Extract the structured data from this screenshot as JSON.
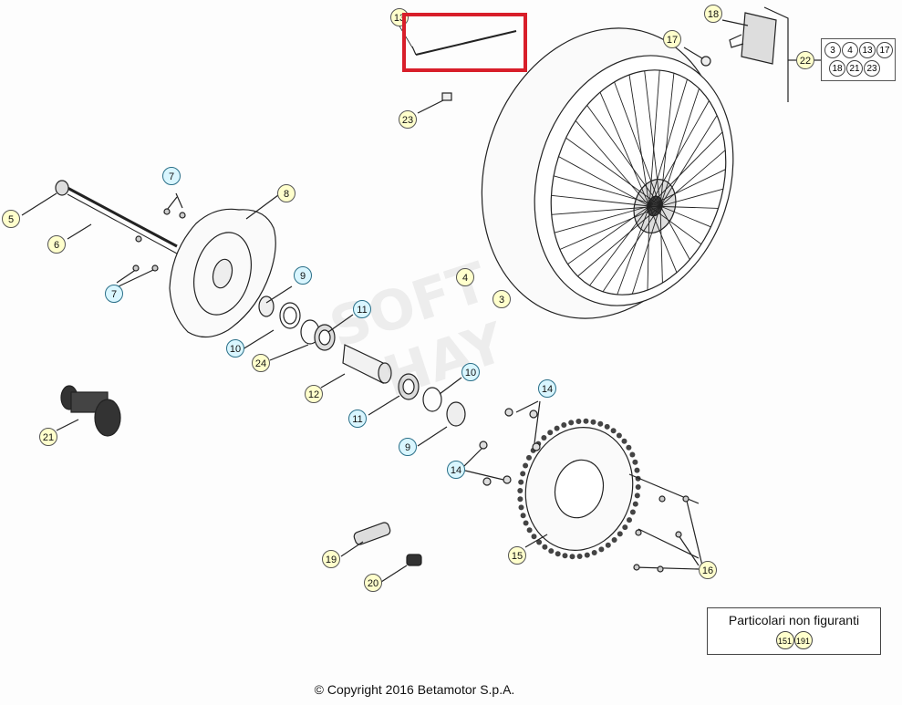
{
  "diagram": {
    "kit_callouts": [
      "3",
      "4",
      "13",
      "17",
      "18",
      "21",
      "23"
    ],
    "kit_parent": "22",
    "not_shown": {
      "title": "Particolari non figuranti",
      "items": [
        "151",
        "191"
      ]
    },
    "copyright": "© Copyright 2016 Betamotor S.p.A.",
    "watermark": [
      "SOFT",
      "HAY"
    ],
    "highlight_color": "#d81e2a",
    "callouts": [
      {
        "id": "c13",
        "label": "13",
        "color": "yellow"
      },
      {
        "id": "c18",
        "label": "18",
        "color": "yellow"
      },
      {
        "id": "c17",
        "label": "17",
        "color": "yellow"
      },
      {
        "id": "c22",
        "label": "22",
        "color": "yellow"
      },
      {
        "id": "c23",
        "label": "23",
        "color": "yellow"
      },
      {
        "id": "c7a",
        "label": "7",
        "color": "blue"
      },
      {
        "id": "c8",
        "label": "8",
        "color": "yellow"
      },
      {
        "id": "c5",
        "label": "5",
        "color": "yellow"
      },
      {
        "id": "c6",
        "label": "6",
        "color": "yellow"
      },
      {
        "id": "c7b",
        "label": "7",
        "color": "blue"
      },
      {
        "id": "c9a",
        "label": "9",
        "color": "blue"
      },
      {
        "id": "c4",
        "label": "4",
        "color": "yellow"
      },
      {
        "id": "c3",
        "label": "3",
        "color": "yellow"
      },
      {
        "id": "c11a",
        "label": "11",
        "color": "blue"
      },
      {
        "id": "c10a",
        "label": "10",
        "color": "blue"
      },
      {
        "id": "c24",
        "label": "24",
        "color": "yellow"
      },
      {
        "id": "c10b",
        "label": "10",
        "color": "blue"
      },
      {
        "id": "c12",
        "label": "12",
        "color": "yellow"
      },
      {
        "id": "c14a",
        "label": "14",
        "color": "blue"
      },
      {
        "id": "c11b",
        "label": "11",
        "color": "blue"
      },
      {
        "id": "c9b",
        "label": "9",
        "color": "blue"
      },
      {
        "id": "c21",
        "label": "21",
        "color": "yellow"
      },
      {
        "id": "c14b",
        "label": "14",
        "color": "blue"
      },
      {
        "id": "c15",
        "label": "15",
        "color": "yellow"
      },
      {
        "id": "c16",
        "label": "16",
        "color": "yellow"
      },
      {
        "id": "c19",
        "label": "19",
        "color": "yellow"
      },
      {
        "id": "c20",
        "label": "20",
        "color": "yellow"
      }
    ]
  }
}
